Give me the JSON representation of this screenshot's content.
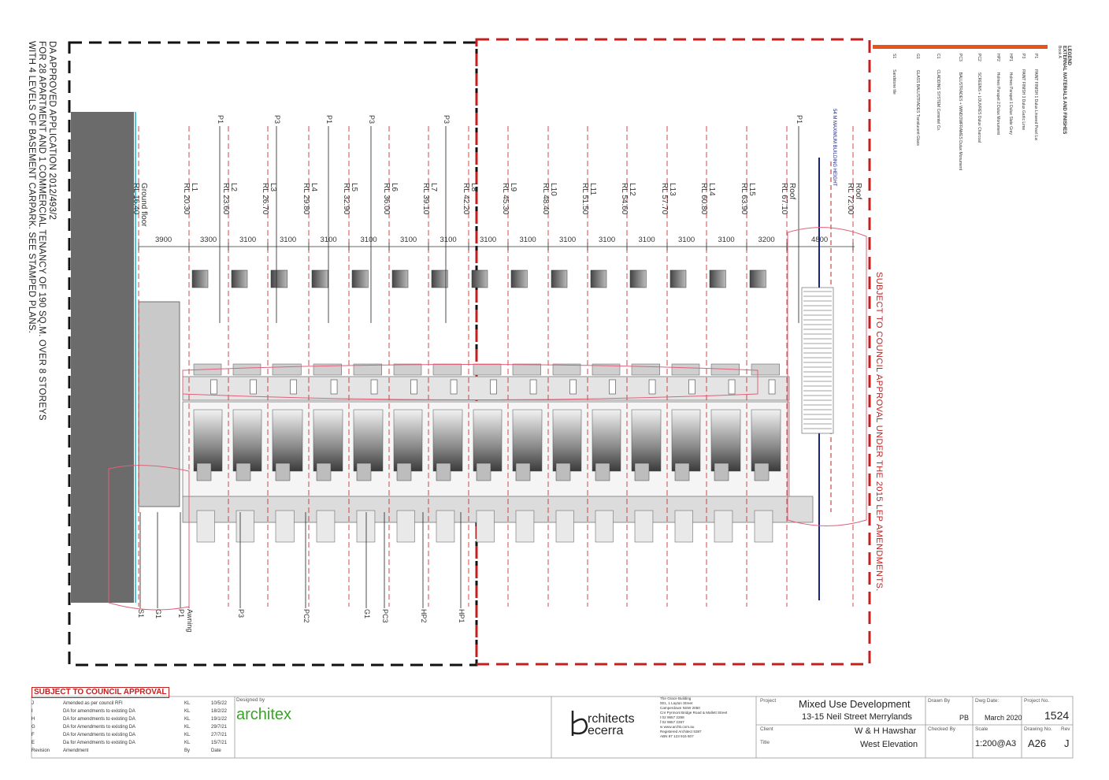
{
  "da_note": [
    "DA APPROVED APPLICATION 2012/493/2",
    "FOR 28 APARTMENT AND 1 COMMERCIAL TENANCY OF 190 SQ.M. OVER 8 STOREYS",
    "WITH 4 LEVELS OF BASEMENT CARPARK. SEE STAMPED PLANS."
  ],
  "subject_vertical": "SUBJECT TO COUNCIL APPROVAL UNDER THE 2015 LEP AMENDMENTS.",
  "height_line_label": "54 M MAXIMUM BUILDING HEIGHT",
  "legend": {
    "title": "LEGEND",
    "subtitle": "EXTERNAL MATERIALS AND FINISHES",
    "book": "Book A",
    "items": [
      {
        "code": "P1",
        "text": "PAINT FINISH 1 Dulux Linseed Pearl Lw"
      },
      {
        "code": "P3",
        "text": "PAINT FINISH 3 Dulux Garlic Lime"
      },
      {
        "code": "HP1",
        "text": "Holmes Parapet 1 Dulux Slate Grey"
      },
      {
        "code": "HP2",
        "text": "Holmes Parapet 2 Dulux Monument"
      },
      {
        "code": "PC2",
        "text": "SCREENS + LOUVRES Dulux Charcoal"
      },
      {
        "code": "PC3",
        "text": "BALUSTRADES + WINDOWFRAMES Dulux Monument"
      },
      {
        "code": "C1",
        "text": "CLADDING SYSTEM Cemintel Co."
      },
      {
        "code": "G1",
        "text": "GLASS BALUSTRADES Translucent Glass"
      },
      {
        "code": "S1",
        "text": "Sandstone tile"
      }
    ]
  },
  "levels": [
    {
      "name": "Ground floor",
      "rl": "RL 16.40"
    },
    {
      "name": "L1",
      "rl": "RL 20.30"
    },
    {
      "name": "L2",
      "rl": "RL 23.60"
    },
    {
      "name": "L3",
      "rl": "RL 26.70"
    },
    {
      "name": "L4",
      "rl": "RL 29.80"
    },
    {
      "name": "L5",
      "rl": "RL 32.90"
    },
    {
      "name": "L6",
      "rl": "RL 36.00"
    },
    {
      "name": "L7",
      "rl": "RL 39.10"
    },
    {
      "name": "L8",
      "rl": "RL 42.20"
    },
    {
      "name": "L9",
      "rl": "RL 45.30"
    },
    {
      "name": "L10",
      "rl": "RL 48.40"
    },
    {
      "name": "L11",
      "rl": "RL 51.50"
    },
    {
      "name": "L12",
      "rl": "RL 54.60"
    },
    {
      "name": "L13",
      "rl": "RL 57.70"
    },
    {
      "name": "L14",
      "rl": "RL 60.80"
    },
    {
      "name": "L15",
      "rl": "RL 63.90"
    },
    {
      "name": "Roof",
      "rl": "RL 67.10"
    },
    {
      "name": "Roof",
      "rl": "RL 72.00"
    }
  ],
  "dimensions": [
    "3900",
    "3300",
    "3100",
    "3100",
    "3100",
    "3100",
    "3100",
    "3100",
    "3100",
    "3100",
    "3100",
    "3100",
    "3100",
    "3100",
    "3100",
    "3200",
    "4800"
  ],
  "top_material_tags": [
    "P1",
    "P3",
    "P1",
    "P3",
    "P3",
    "P1"
  ],
  "bottom_material_tags": [
    "S1",
    "G1",
    "P1",
    "Awning",
    "P3",
    "PC2",
    "G1",
    "PC3",
    "HP2",
    "HP1"
  ],
  "title_block": {
    "subject_box": "SUBJECT TO COUNCIL APPROVAL",
    "amendments": [
      {
        "rev": "J",
        "desc": "Amended as per council RFI",
        "by": "KL",
        "date": "10/5/22"
      },
      {
        "rev": "I",
        "desc": "DA for amendments to existing DA",
        "by": "KL",
        "date": "18/2/22"
      },
      {
        "rev": "H",
        "desc": "DA for amendments to existing DA",
        "by": "KL",
        "date": "19/1/22"
      },
      {
        "rev": "G",
        "desc": "DA for Amendments to existing DA",
        "by": "KL",
        "date": "29/7/21"
      },
      {
        "rev": "F",
        "desc": "DA for Amendments to existing DA",
        "by": "KL",
        "date": "27/7/21"
      },
      {
        "rev": "E",
        "desc": "Da for Amendments to existing DA",
        "by": "KL",
        "date": "15/7/21"
      }
    ],
    "amend_header": {
      "rev": "Revision",
      "desc": "Amendment",
      "by": "By",
      "date": "Date"
    },
    "designed_by_label": "Designed by",
    "designer": "architex",
    "firm_line1": "rchitects",
    "firm_line2": "ecerra",
    "firm_address": [
      "The Grace Building",
      "001, 1 Layton Street",
      "Camperdown NSW 2050",
      "Cnr Pyrmont Bridge Road & Mallett Street",
      "t   02 9557 2288",
      "f   02 9557 2287",
      "w  www.archb.com.au",
      "Registered Architect 5387",
      "ABN 87 123 915 607"
    ],
    "project_label": "Project",
    "project_name": "Mixed Use Development",
    "project_address": "13-15 Neil Street Merrylands",
    "client_label": "Client",
    "client": "W & H Hawshar",
    "title_label": "Title",
    "title": "West Elevation",
    "drawn_by_label": "Drawn By",
    "drawn_by": "PB",
    "checked_by_label": "Checked By",
    "dwg_date_label": "Dwg Date:",
    "dwg_date": "March 2020",
    "scale_label": "Scale",
    "scale": "1:200@A3",
    "project_no_label": "Project No.",
    "project_no": "1524",
    "drawing_no_label": "Drawing No.",
    "drawing_no": "A26",
    "rev_label": "Rev",
    "rev": "J"
  },
  "colors": {
    "red": "#c41f1f",
    "black": "#111111",
    "orange": "#e8521c",
    "blue": "#1a237e"
  }
}
